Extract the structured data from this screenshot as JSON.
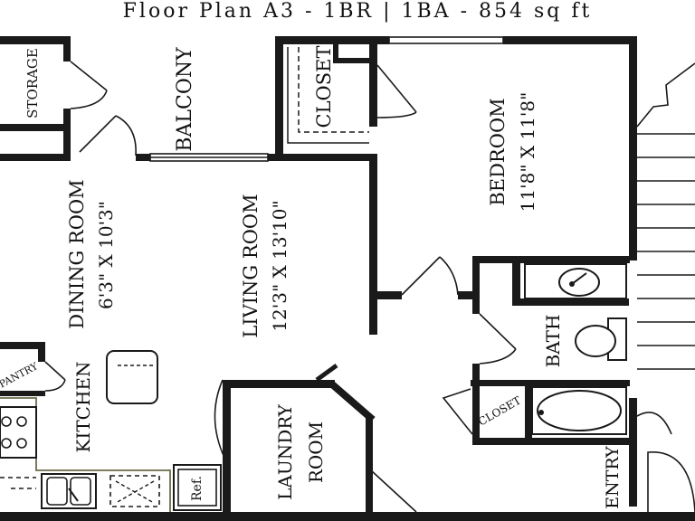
{
  "title": "Floor Plan A3 - 1BR | 1BA - 854 sq ft",
  "rooms": {
    "storage": "STORAGE",
    "balcony": "BALCONY",
    "closet_top": "CLOSET",
    "bedroom_name": "BEDROOM",
    "bedroom_dims": "11'8\" X 11'8\"",
    "dining_name": "DINING ROOM",
    "dining_dims": "6'3\" X 10'3\"",
    "living_name": "LIVING ROOM",
    "living_dims": "12'3\" X 13'10\"",
    "pantry": "PANTRY",
    "kitchen": "KITCHEN",
    "laundry_1": "LAUNDRY",
    "laundry_2": "ROOM",
    "bath": "BATH",
    "closet_bath": "CLOSET",
    "entry": "ENTRY",
    "ref": "Ref."
  }
}
